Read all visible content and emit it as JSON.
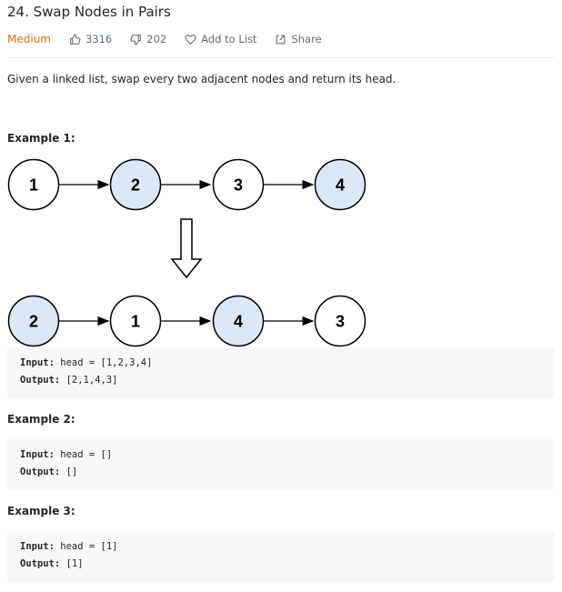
{
  "problem": {
    "title": "24. Swap Nodes in Pairs",
    "difficulty": "Medium",
    "likes": "3316",
    "dislikes": "202",
    "add_to_list": "Add to List",
    "share": "Share",
    "description": "Given a linked list, swap every two adjacent nodes and return its head."
  },
  "colors": {
    "difficulty": "#ef6c1a",
    "node_highlight": "#dce8f7",
    "code_bg": "#f7f8fa"
  },
  "diagram": {
    "before": [
      "1",
      "2",
      "3",
      "4"
    ],
    "after": [
      "2",
      "1",
      "4",
      "3"
    ]
  },
  "examples": [
    {
      "title": "Example 1:",
      "input_label": "Input:",
      "input_value": " head = [1,2,3,4]",
      "output_label": "Output:",
      "output_value": " [2,1,4,3]"
    },
    {
      "title": "Example 2:",
      "input_label": "Input:",
      "input_value": " head = []",
      "output_label": "Output:",
      "output_value": " []"
    },
    {
      "title": "Example 3:",
      "input_label": "Input:",
      "input_value": " head = [1]",
      "output_label": "Output:",
      "output_value": " [1]"
    }
  ]
}
